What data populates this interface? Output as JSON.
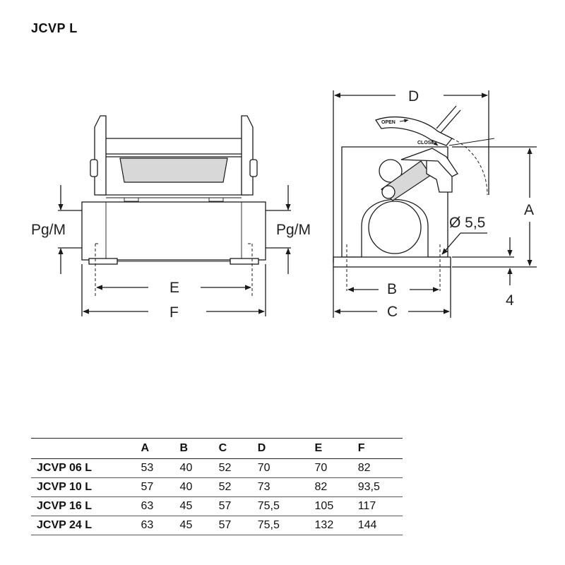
{
  "title": "JCVP L",
  "labels": {
    "pg_left": "Pg/M",
    "pg_right": "Pg/M",
    "dim_a": "A",
    "dim_b": "B",
    "dim_c": "C",
    "dim_d": "D",
    "dim_e": "E",
    "dim_f": "F",
    "dim_4": "4",
    "hole": "Ø 5,5",
    "open": "OPEN",
    "close": "CLOSE"
  },
  "table": {
    "columns": [
      "",
      "A",
      "B",
      "C",
      "D",
      "E",
      "F"
    ],
    "rows": [
      [
        "JCVP 06 L",
        "53",
        "40",
        "52",
        "70",
        "70",
        "82"
      ],
      [
        "JCVP 10 L",
        "57",
        "40",
        "52",
        "73",
        "82",
        "93,5"
      ],
      [
        "JCVP 16 L",
        "63",
        "45",
        "57",
        "75,5",
        "105",
        "117"
      ],
      [
        "JCVP 24 L",
        "63",
        "45",
        "57",
        "75,5",
        "132",
        "144"
      ]
    ]
  }
}
